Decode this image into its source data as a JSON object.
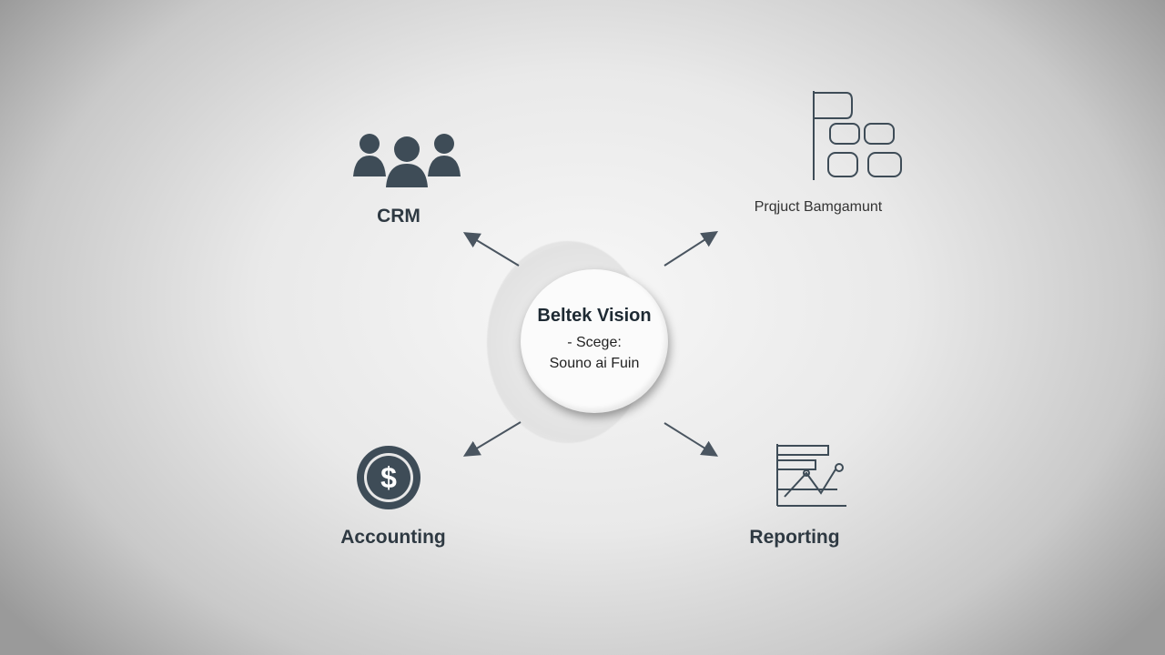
{
  "hub": {
    "title": "Beltek Vision",
    "line2": "- Scege:",
    "line3": "Souno ai Fuin"
  },
  "modules": {
    "crm": {
      "label": "CRM",
      "icon": "users-group-icon"
    },
    "project": {
      "label": "Prqjuct Bamgamunt",
      "icon": "project-blocks-icon"
    },
    "accounting": {
      "label": "Accounting",
      "icon": "dollar-coin-icon"
    },
    "reporting": {
      "label": "Reporting",
      "icon": "bar-line-chart-icon"
    }
  },
  "colors": {
    "icon": "#3e4c57",
    "text": "#2e3942",
    "arrow": "#4a5560"
  }
}
